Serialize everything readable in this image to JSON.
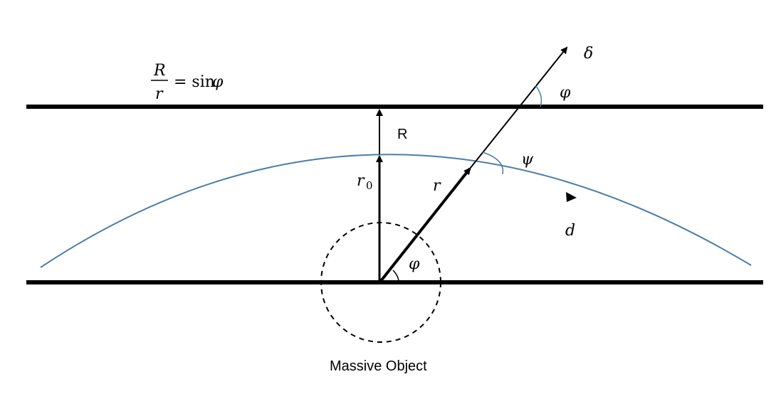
{
  "colors": {
    "line": "#000000",
    "curve": "#4a7ea8",
    "background": "#ffffff"
  },
  "formula": {
    "numerator": "R",
    "denominator": "r",
    "equals_rhs": "= sin",
    "phi": "φ"
  },
  "labels": {
    "delta": "δ",
    "phi_top": "φ",
    "R_label": "R",
    "psi": "ψ",
    "r0_main": "r",
    "r0_sub": "0",
    "r_label": "r",
    "d_label": "d",
    "phi_bottom": "φ",
    "massive_object": "Massive Object"
  }
}
